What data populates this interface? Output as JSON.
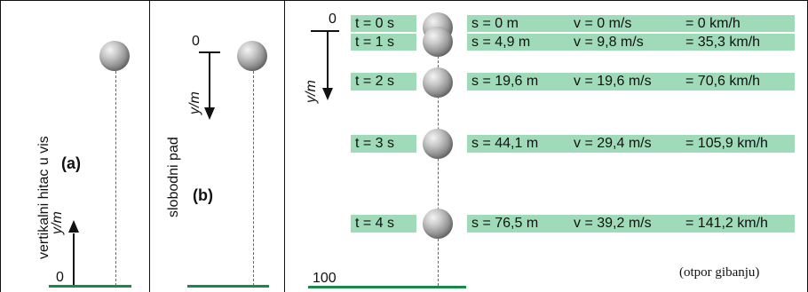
{
  "panels": {
    "a": {
      "label": "(a)",
      "vertical_text": "vertikalni hitac u vis",
      "axis_label": "y/m",
      "zero": "0"
    },
    "b": {
      "label": "(b)",
      "vertical_text": "slobodni pad",
      "axis_label": "y/m",
      "zero": "0"
    },
    "c": {
      "axis_label": "y/m",
      "top_tick": "0",
      "bottom_tick": "100",
      "note": "(otpor gibanju)",
      "rows": [
        {
          "t": "t = 0 s",
          "s": "s = 0 m",
          "v": "v = 0 m/s",
          "kmh": "= 0 km/h"
        },
        {
          "t": "t = 1 s",
          "s": "s = 4,9 m",
          "v": "v = 9,8 m/s",
          "kmh": "= 35,3 km/h"
        },
        {
          "t": "t = 2 s",
          "s": "s = 19,6 m",
          "v": "v = 19,6 m/s",
          "kmh": "= 70,6 km/h"
        },
        {
          "t": "t = 3 s",
          "s": "s = 44,1 m",
          "v": "v = 29,4 m/s",
          "kmh": "= 105,9 km/h"
        },
        {
          "t": "t = 4 s",
          "s": "s = 76,5 m",
          "v": "v = 39,2 m/s",
          "kmh": "= 141,2 km/h"
        }
      ]
    }
  },
  "colors": {
    "teal": "#9fdbb9",
    "ground": "#18894a",
    "border": "#111111"
  }
}
